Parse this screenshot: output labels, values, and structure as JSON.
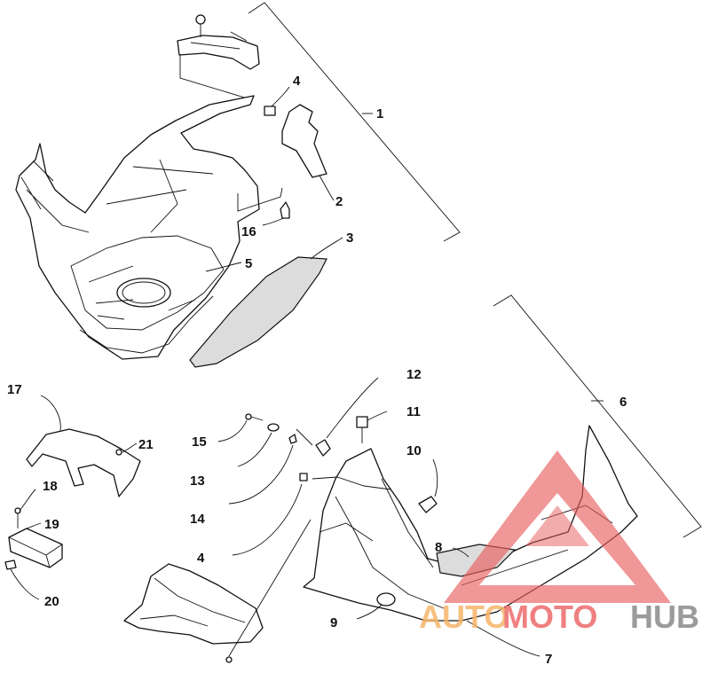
{
  "callouts": {
    "c1": "1",
    "c2": "2",
    "c3": "3",
    "c4a": "4",
    "c4b": "4",
    "c5": "5",
    "c6": "6",
    "c7": "7",
    "c8": "8",
    "c9": "9",
    "c10": "10",
    "c11": "11",
    "c12": "12",
    "c13": "13",
    "c14": "14",
    "c15": "15",
    "c16": "16",
    "c17": "17",
    "c18": "18",
    "c19": "19",
    "c20": "20",
    "c21": "21"
  },
  "watermark": {
    "part1": "AUTO",
    "part2": "MOTO",
    "part3": "HUB",
    "colors": {
      "auto": "#f6b56b",
      "moto": "#ee6a6a",
      "hub": "#8a8a8a",
      "triangle": "#e85c5c"
    }
  }
}
